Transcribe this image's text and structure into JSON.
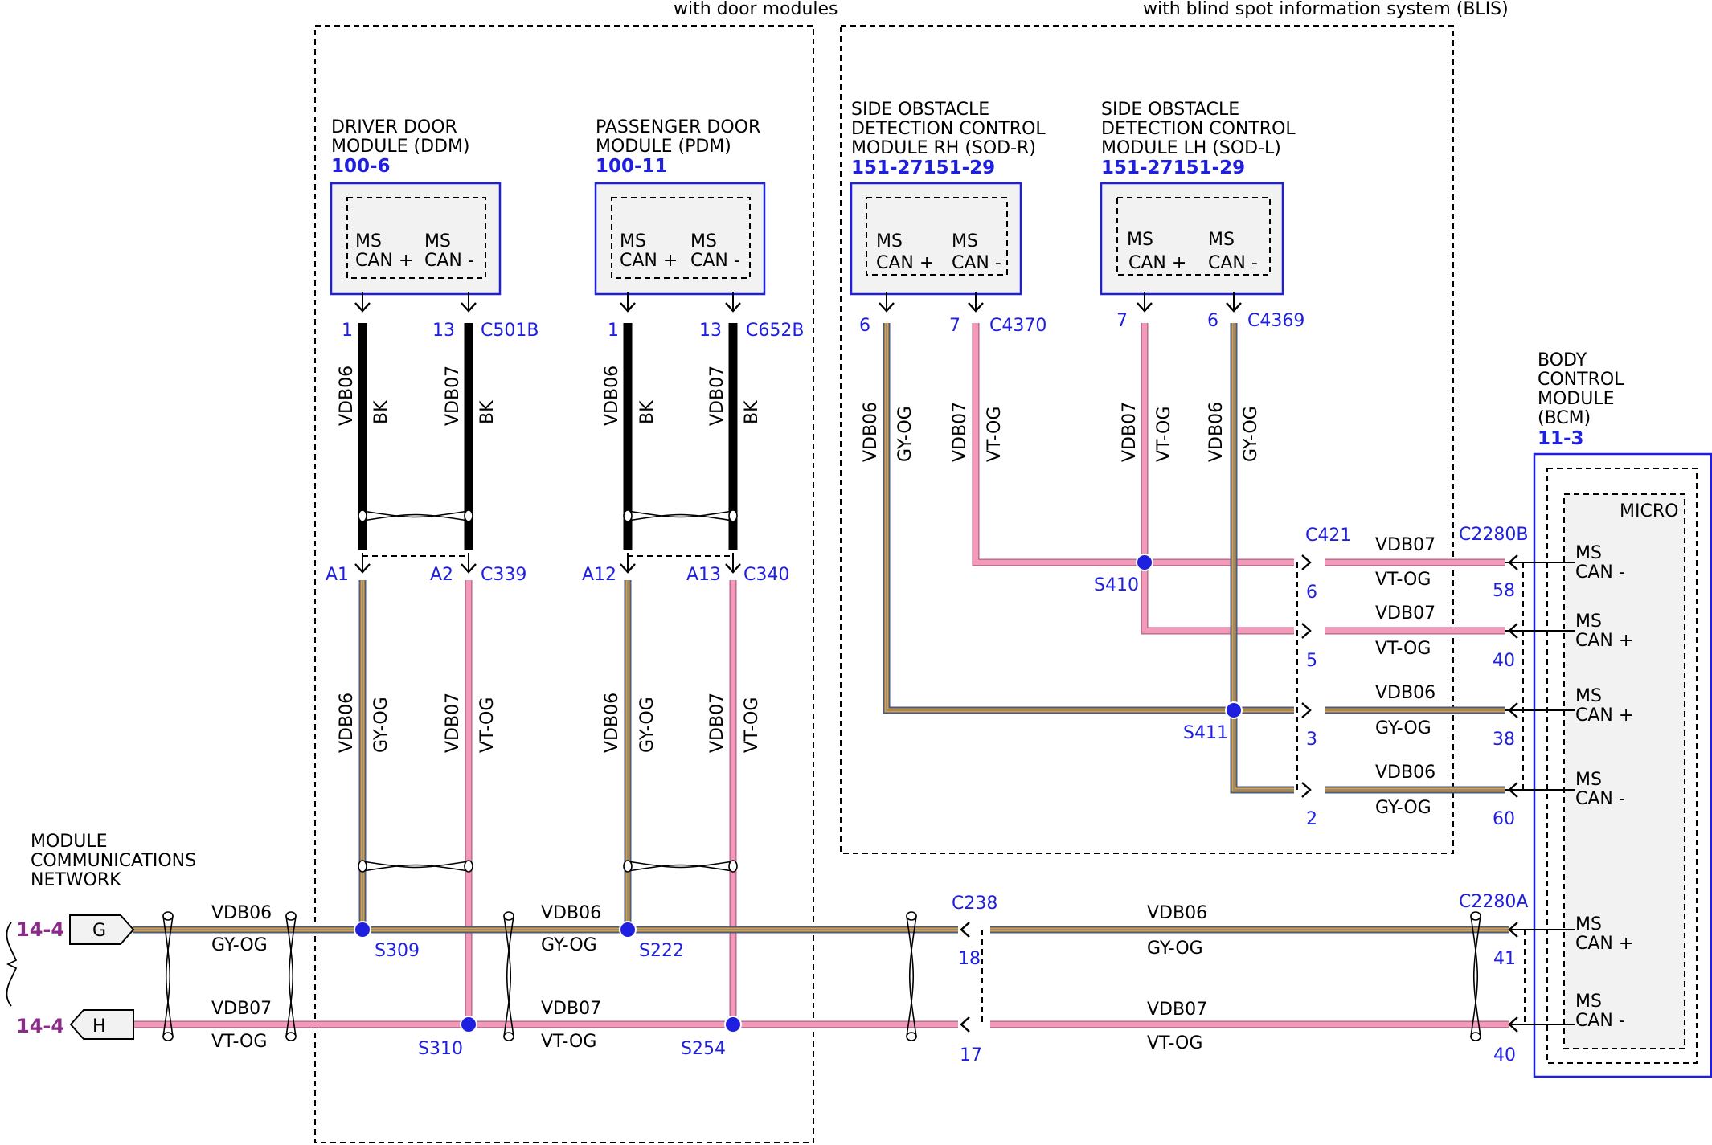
{
  "regions": {
    "door_modules": "with door modules",
    "blis": "with blind spot information system (BLIS)"
  },
  "modules": {
    "ddm": {
      "line1": "DRIVER DOOR",
      "line2": "MODULE (DDM)",
      "ref": "100-6",
      "pin_plus": [
        "MS",
        "CAN +"
      ],
      "pin_minus": [
        "MS",
        "CAN -"
      ]
    },
    "pdm": {
      "line1": "PASSENGER DOOR",
      "line2": "MODULE (PDM)",
      "ref": "100-11",
      "pin_plus": [
        "MS",
        "CAN +"
      ],
      "pin_minus": [
        "MS",
        "CAN -"
      ]
    },
    "sodr": {
      "line1": "SIDE OBSTACLE",
      "line2": "DETECTION CONTROL",
      "line3": "MODULE RH (SOD-R)",
      "ref": "151-27151-29",
      "pin_plus": [
        "MS",
        "CAN +"
      ],
      "pin_minus": [
        "MS",
        "CAN -"
      ]
    },
    "sodl": {
      "line1": "SIDE OBSTACLE",
      "line2": "DETECTION CONTROL",
      "line3": "MODULE LH (SOD-L)",
      "ref": "151-27151-29",
      "pin_plus": [
        "MS",
        "CAN +"
      ],
      "pin_minus": [
        "MS",
        "CAN -"
      ]
    },
    "bcm": {
      "line1": "BODY",
      "line2": "CONTROL",
      "line3": "MODULE",
      "line4": "(BCM)",
      "ref": "11-3",
      "micro": "MICRO",
      "pins": [
        [
          "MS",
          "CAN -"
        ],
        [
          "MS",
          "CAN +"
        ],
        [
          "MS",
          "CAN +"
        ],
        [
          "MS",
          "CAN -"
        ],
        [
          "MS",
          "CAN +"
        ],
        [
          "MS",
          "CAN -"
        ]
      ]
    }
  },
  "network": {
    "line1": "MODULE",
    "line2": "COMMUNICATIONS",
    "line3": "NETWORK",
    "ref_g": "14-4",
    "ref_h": "14-4",
    "g": "G",
    "h": "H"
  },
  "connectors": {
    "c501b": "C501B",
    "c652b": "C652B",
    "c4370": "C4370",
    "c4369": "C4369",
    "c339": "C339",
    "c340": "C340",
    "c421": "C421",
    "c2280b": "C2280B",
    "c238": "C238",
    "c2280a": "C2280A"
  },
  "pins": {
    "ddm_plus": "1",
    "ddm_minus": "13",
    "pdm_plus": "1",
    "pdm_minus": "13",
    "sodr_plus": "6",
    "sodr_minus": "7",
    "sodl_minus": "7",
    "sodl_plus": "6",
    "c339_a1": "A1",
    "c339_a2": "A2",
    "c340_a12": "A12",
    "c340_a13": "A13",
    "c421_6": "6",
    "c421_5": "5",
    "c421_3": "3",
    "c421_2": "2",
    "c2280b_58": "58",
    "c2280b_40": "40",
    "c2280b_38": "38",
    "c2280b_60": "60",
    "c238_18": "18",
    "c238_17": "17",
    "c2280a_41": "41",
    "c2280a_40": "40"
  },
  "splices": {
    "s309": "S309",
    "s222": "S222",
    "s310": "S310",
    "s254": "S254",
    "s410": "S410",
    "s411": "S411"
  },
  "wires": {
    "vdb06": "VDB06",
    "vdb07": "VDB07",
    "bk": "BK",
    "gyog": "GY-OG",
    "vtog": "VT-OG"
  },
  "colors": {
    "gy_og_core": "#d9a040",
    "gy_og_outer": "#4a5a82",
    "vt_og_core": "#f39ab8",
    "vt_og_outer": "#b0608a",
    "bk": "#000000",
    "blue": "#1f1fe0",
    "purple": "#8a2a8a"
  }
}
